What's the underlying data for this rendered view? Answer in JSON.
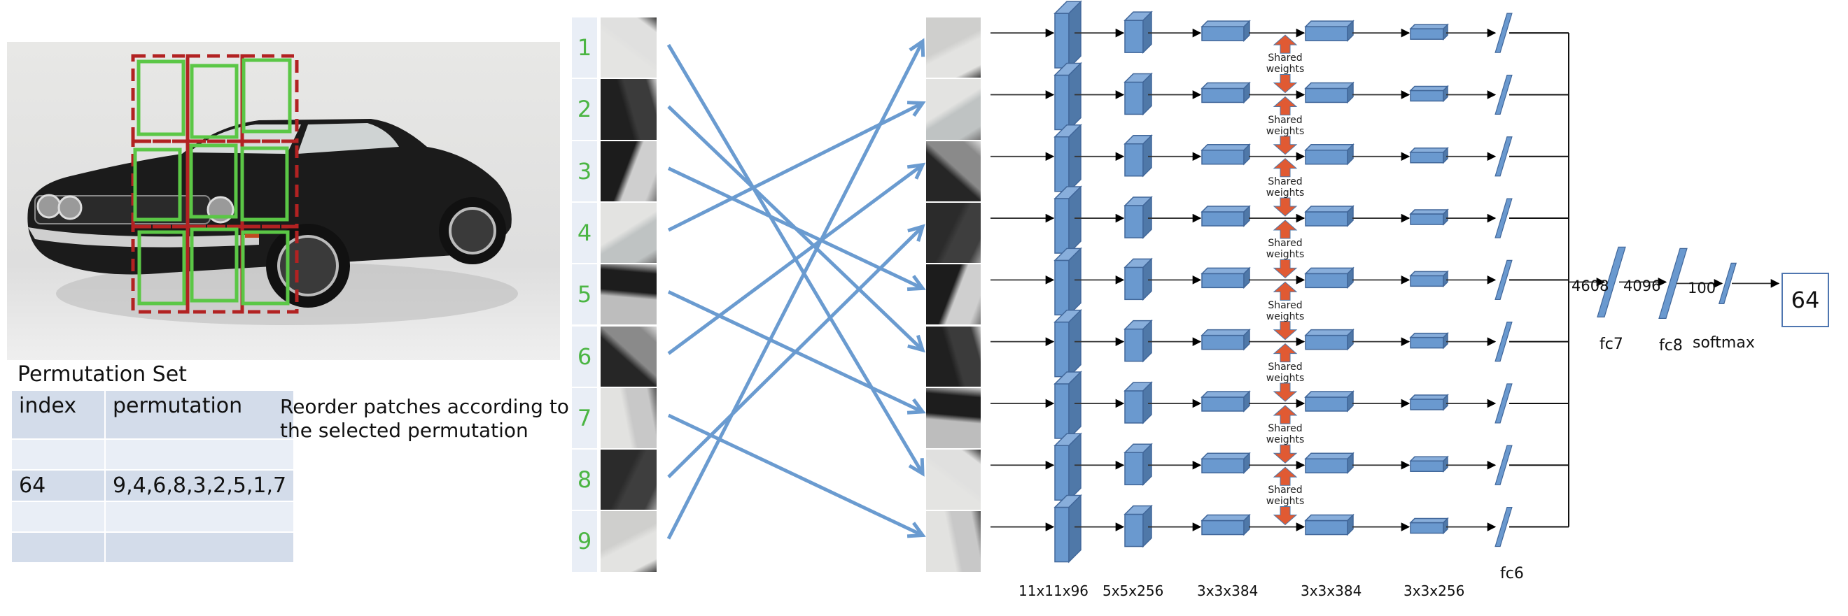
{
  "permutation_set": {
    "title": "Permutation Set",
    "columns": [
      "index",
      "permutation"
    ],
    "rows": [
      {
        "index": "",
        "permutation": ""
      },
      {
        "index": "64",
        "permutation": "9,4,6,8,3,2,5,1,7"
      },
      {
        "index": "",
        "permutation": ""
      },
      {
        "index": "",
        "permutation": ""
      }
    ]
  },
  "reorder_note": "Reorder patches according to the selected permutation",
  "patch_numbers": [
    "1",
    "2",
    "3",
    "4",
    "5",
    "6",
    "7",
    "8",
    "9"
  ],
  "selected_permutation": [
    9,
    4,
    6,
    8,
    3,
    2,
    5,
    1,
    7
  ],
  "network": {
    "layer_dims": [
      "11x11x96",
      "5x5x256",
      "3x3x384",
      "3x3x384",
      "3x3x256"
    ],
    "shared_weights_label": "Shared weights",
    "fc6_label": "fc6",
    "fc7_label": "fc7",
    "fc8_label": "fc8",
    "softmax_label": "softmax",
    "edge_4608": "4608",
    "edge_4096": "4096",
    "edge_100": "100",
    "output": "64"
  },
  "colors": {
    "layer_blue": "#6a99cf",
    "layer_blue_dark": "#4f78a8",
    "arrow_blue": "#6a9bd0",
    "shared_orange": "#e05a33",
    "grid_green": "#5bc746",
    "grid_red": "#b22222",
    "number_green": "#4bb543"
  }
}
